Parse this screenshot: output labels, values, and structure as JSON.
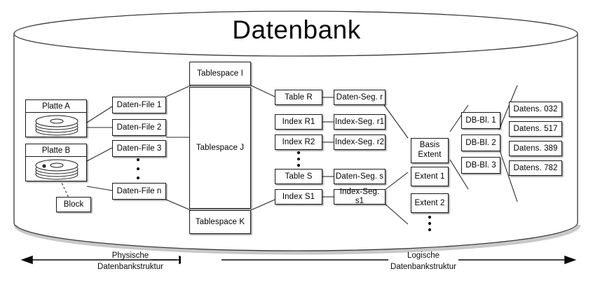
{
  "diagram": {
    "title": "Datenbank",
    "container_shape": "database-cylinder"
  },
  "physical": {
    "disks": [
      {
        "label": "Platte A"
      },
      {
        "label": "Platte B"
      }
    ],
    "block": "Block",
    "datafiles": [
      {
        "label": "Daten-File 1"
      },
      {
        "label": "Daten-File 2"
      },
      {
        "label": "Daten-File 3"
      },
      {
        "label": "Daten-File n"
      }
    ]
  },
  "tablespaces": [
    {
      "label": "Tablespace I"
    },
    {
      "label": "Tablespace J"
    },
    {
      "label": "Tablespace K"
    }
  ],
  "logical": {
    "objects": [
      {
        "label": "Table R"
      },
      {
        "label": "Index R1"
      },
      {
        "label": "Index R2"
      },
      {
        "label": "Table S"
      },
      {
        "label": "Index S1"
      }
    ],
    "segments": [
      {
        "label": "Daten-Seg. r"
      },
      {
        "label": "Index-Seg. r1"
      },
      {
        "label": "Index-Seg. r2"
      },
      {
        "label": "Daten-Seg. s"
      },
      {
        "label": "Index-Seg. s1"
      }
    ],
    "extents": [
      {
        "label": "Basis",
        "label2": "Extent"
      },
      {
        "label": "Extent 1"
      },
      {
        "label": "Extent 2"
      }
    ],
    "db_blocks": [
      {
        "label": "DB-Bl. 1"
      },
      {
        "label": "DB-Bl. 2"
      },
      {
        "label": "DB-Bl. 3"
      }
    ],
    "datasets": [
      {
        "label": "Datens. 032"
      },
      {
        "label": "Datens. 517"
      },
      {
        "label": "Datens. 389"
      },
      {
        "label": "Datens. 782"
      }
    ]
  },
  "footer": {
    "physical_line1": "Physische",
    "physical_line2": "Datenbankstruktur",
    "logical_line1": "Logische",
    "logical_line2": "Datenbankstruktur"
  },
  "colors": {
    "stroke": "#1a1a1a",
    "text": "#000000",
    "background": "#ffffff"
  }
}
